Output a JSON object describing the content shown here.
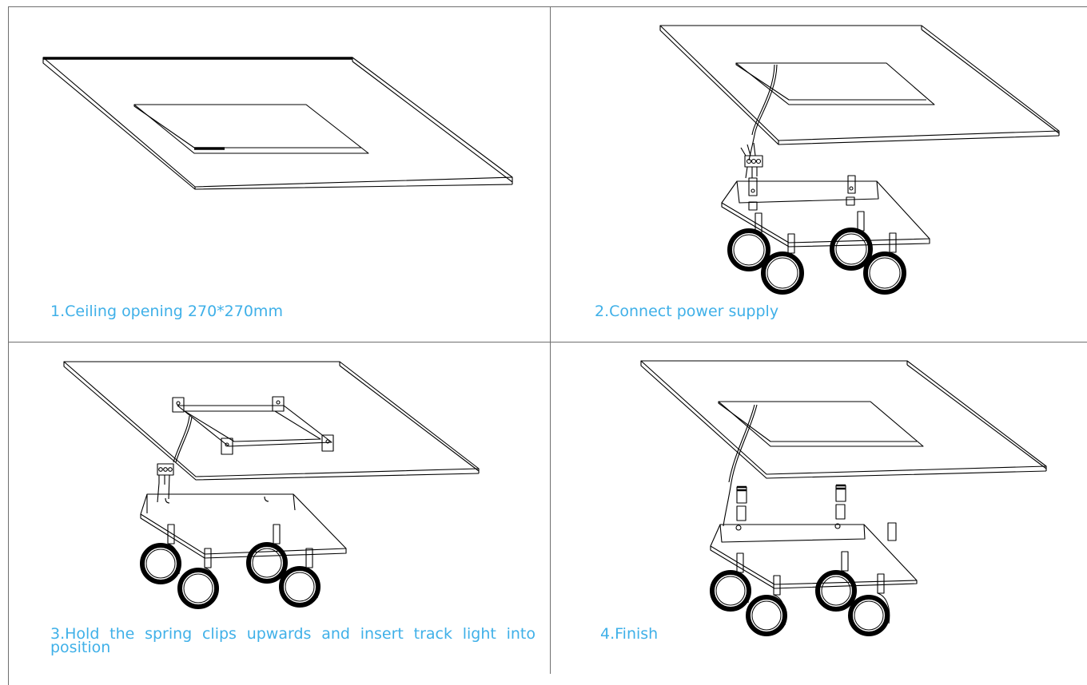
{
  "steps": [
    {
      "caption": "1.Ceiling opening 270*270mm"
    },
    {
      "caption": "2.Connect power supply"
    },
    {
      "caption": "3.Hold the spring clips upwards and insert track light into position"
    },
    {
      "caption": "4.Finish"
    }
  ],
  "colors": {
    "caption": "#3fb0e8",
    "line": "#000000",
    "grid": "#6f6f6f"
  }
}
